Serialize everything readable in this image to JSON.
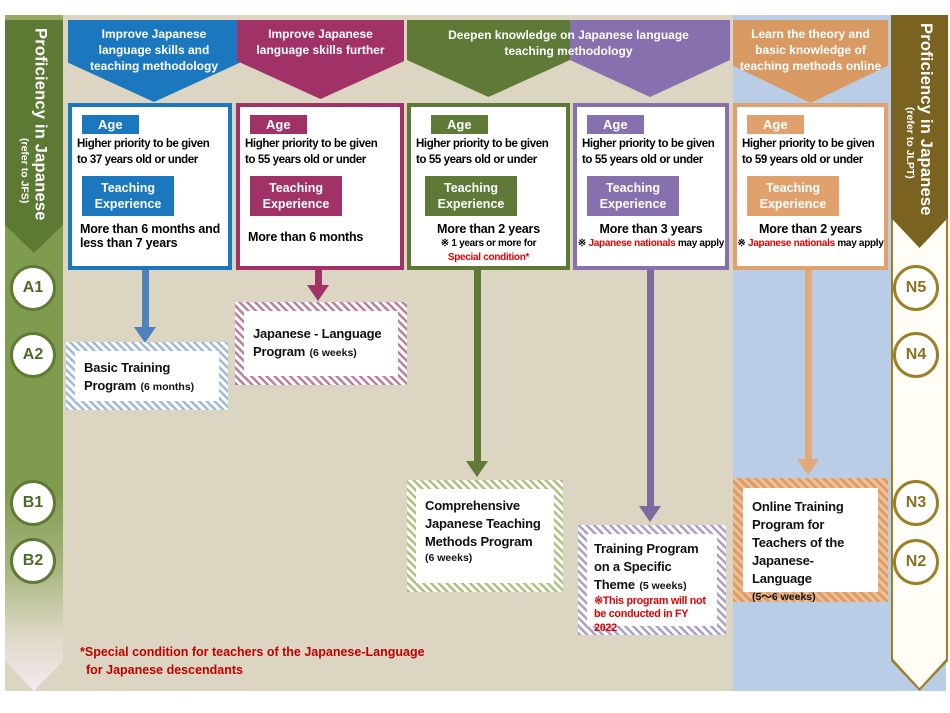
{
  "left_ribbon": {
    "title": "Proficiency in Japanese",
    "subtitle": "(refer to JFS)",
    "levels": [
      "A1",
      "A2",
      "B1",
      "B2"
    ]
  },
  "right_ribbon": {
    "title": "Proficiency in Japanese",
    "subtitle": "(refer to JLPT)",
    "levels": [
      "N5",
      "N4",
      "N3",
      "N2"
    ]
  },
  "banners": [
    {
      "text": "Improve Japanese language skills and teaching methodology"
    },
    {
      "text": "Improve Japanese language skills further"
    },
    {
      "line1": "Deepen knowledge on Japanese language",
      "line2": "teaching  methodology"
    },
    {
      "text": "Learn the theory and basic knowledge of teaching methods online"
    }
  ],
  "boxes": [
    {
      "age_label": "Age",
      "age_line1": "Higher priority to be given",
      "age_line2": "to 37 years old or under",
      "exp_label": "Teaching Experience",
      "exp_line1": "More than 6 months  and",
      "exp_line2": "less than 7 years"
    },
    {
      "age_label": "Age",
      "age_line1": "Higher priority to be given",
      "age_line2": "to 55 years old or under",
      "exp_label": "Teaching Experience",
      "exp_text": "More than 6 months"
    },
    {
      "age_label": "Age",
      "age_line1": "Higher priority to be given",
      "age_line2": "to 55 years old or under",
      "exp_label": "Teaching Experience",
      "exp_text": "More than 2 years",
      "note_line1": "※ 1 years or more for",
      "note_red": "Special condition*"
    },
    {
      "age_label": "Age",
      "age_line1": "Higher priority to be given",
      "age_line2": "to 55 years old or under",
      "exp_label": "Teaching Experience",
      "exp_text": "More than 3 years",
      "note_sym": "※ ",
      "note_red": "Japanese nationals",
      "note_rest": " may apply"
    },
    {
      "age_label": "Age",
      "age_line1": "Higher priority to be given",
      "age_line2": "to 59 years old or under",
      "exp_label": "Teaching Experience",
      "exp_text": "More than 2 years",
      "note_sym": "※ ",
      "note_red": "Japanese nationals",
      "note_rest": " may apply"
    }
  ],
  "programs": [
    {
      "title": "Basic Training Program",
      "duration": "(6 months)"
    },
    {
      "title": "Japanese - Language Program",
      "duration": "(6 weeks)"
    },
    {
      "title": "Comprehensive Japanese Teaching Methods Program",
      "duration": "(6 weeks)"
    },
    {
      "title": "Training Program on a Specific Theme",
      "duration": "(5 weeks)",
      "note": "※This program will not be conducted in FY 2022"
    },
    {
      "title": "Online Training Program for Teachers of the Japanese-Language",
      "duration": "(5～6 weeks)"
    }
  ],
  "footnote": {
    "line1": "*Special condition for teachers of the Japanese-Language",
    "line2": "for Japanese descendants"
  },
  "colors": {
    "blue": "#1b78be",
    "magenta": "#a03267",
    "green": "#5e7a36",
    "purple": "#8671ae",
    "orange": "#d89a62",
    "orange_light": "#e0a16d",
    "gold": "#9a8026",
    "gold_dark": "#7a6321",
    "ribbon_green": "#7f9b4d",
    "ribbon_green_dark": "#5c7a33",
    "background_beige": "#dbd5c1",
    "background_lightblue": "#b9cde6",
    "note_red": "#e00000",
    "footnote_red": "#c00000"
  }
}
